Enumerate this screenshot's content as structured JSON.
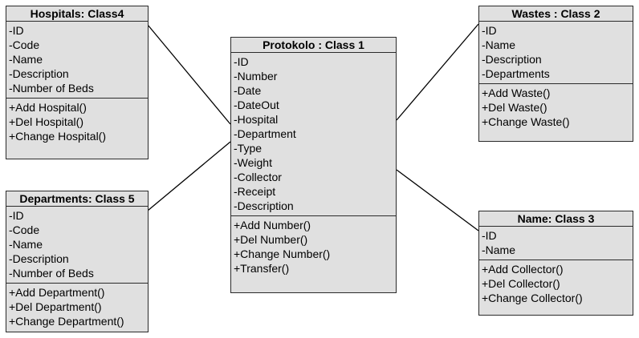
{
  "diagram": {
    "classes": [
      {
        "id": "hospitals",
        "title": "Hospitals: Class4",
        "attributes": [
          "-ID",
          "-Code",
          "-Name",
          "-Description",
          "-Number of Beds"
        ],
        "operations": [
          "+Add Hospital()",
          "+Del Hospital()",
          "+Change Hospital()"
        ]
      },
      {
        "id": "departments",
        "title": "Departments: Class 5",
        "attributes": [
          "-ID",
          "-Code",
          "-Name",
          "-Description",
          "-Number of Beds"
        ],
        "operations": [
          "+Add Department()",
          "+Del Department()",
          "+Change Department()"
        ]
      },
      {
        "id": "protokolo",
        "title": "Protokolo : Class 1",
        "attributes": [
          "-ID",
          "-Number",
          "-Date",
          "-DateOut",
          "-Hospital",
          "-Department",
          "-Type",
          "-Weight",
          "-Collector",
          "-Receipt",
          "-Description"
        ],
        "operations": [
          "+Add Number()",
          "+Del Number()",
          "+Change Number()",
          "+Transfer()"
        ]
      },
      {
        "id": "wastes",
        "title": "Wastes : Class 2",
        "attributes": [
          "-ID",
          "-Name",
          "-Description",
          "-Departments"
        ],
        "operations": [
          "+Add Waste()",
          "+Del Waste()",
          "+Change Waste()"
        ]
      },
      {
        "id": "name",
        "title": "Name: Class 3",
        "attributes": [
          "-ID",
          "-Name"
        ],
        "operations": [
          "+Add Collector()",
          "+Del Collector()",
          "+Change Collector()"
        ]
      }
    ],
    "associations": [
      {
        "from": "hospitals",
        "to": "protokolo"
      },
      {
        "from": "departments",
        "to": "protokolo"
      },
      {
        "from": "wastes",
        "to": "protokolo"
      },
      {
        "from": "name",
        "to": "protokolo"
      }
    ],
    "colors": {
      "box_fill": "#e0e0e0",
      "border": "#2a2a2a",
      "line": "#000000"
    }
  }
}
